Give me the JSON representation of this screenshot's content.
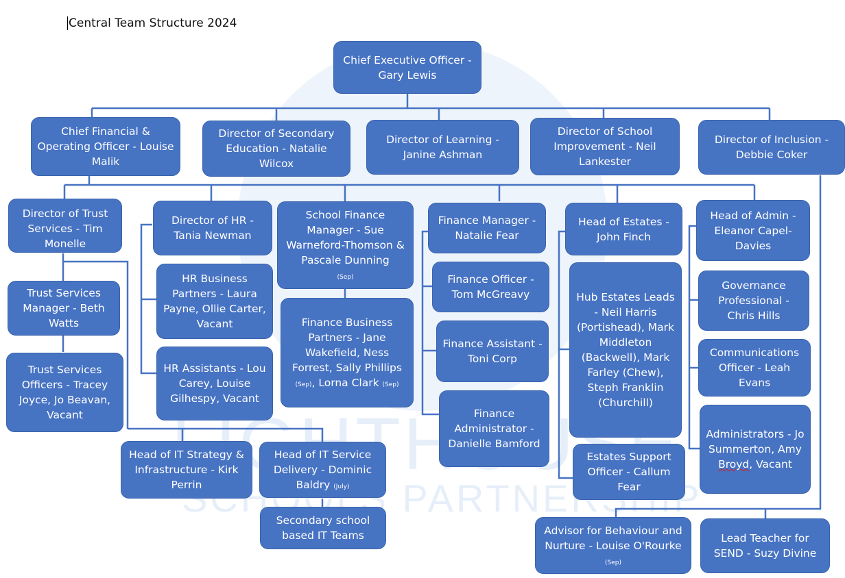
{
  "document": {
    "title": "Central Team Structure 2024"
  },
  "watermark": {
    "text_line1": "LIGHTHOUSE",
    "text_line2": "SCHOOLS PARTNERSHIP"
  },
  "colors": {
    "box_fill": "#4773c3",
    "connector": "#4773c3",
    "watermark": "#e6eff9"
  },
  "org": {
    "ceo": "Chief Executive Officer - Gary Lewis",
    "directors": {
      "cfoo": "Chief Financial & Operating Officer - Louise Malik",
      "secondary": "Director of Secondary Education - Natalie Wilcox",
      "learning": "Director of Learning - Janine Ashman",
      "school_improvement": "Director of School Improvement - Neil Lankester",
      "inclusion": "Director of Inclusion - Debbie Coker"
    },
    "trust_services": {
      "director": "Director of Trust Services - Tim Monelle",
      "manager": "Trust Services Manager - Beth Watts",
      "officers": "Trust Services Officers - Tracey Joyce, Jo Beavan, Vacant"
    },
    "hr": {
      "director": "Director of HR - Tania Newman",
      "partners": "HR Business Partners - Laura Payne, Ollie Carter, Vacant",
      "assistants": "HR Assistants - Lou Carey, Louise Gilhespy, Vacant"
    },
    "school_finance": {
      "manager_main": "School Finance Manager - Sue Warneford-Thomson & Pascale Dunning",
      "manager_note": "(Sep)",
      "partners_a": "Finance Business Partners - Jane Wakefield, Ness Forrest, Sally Phillips",
      "partners_sep1": "(Sep)",
      "partners_b": ", Lorna Clark",
      "partners_sep2": "(Sep)"
    },
    "finance": {
      "manager": "Finance Manager - Natalie Fear",
      "officer": "Finance Officer - Tom McGreavy",
      "assistant": "Finance Assistant - Toni Corp",
      "administrator": "Finance Administrator - Danielle Bamford"
    },
    "estates": {
      "head": "Head of Estates - John Finch",
      "hub_leads": "Hub Estates Leads - Neil Harris (Portishead), Mark Middleton (Backwell), Mark Farley (Chew), Steph Franklin (Churchill)",
      "support": "Estates Support Officer - Callum Fear"
    },
    "admin": {
      "head": "Head of Admin - Eleanor Capel-Davies",
      "governance": "Governance Professional - Chris Hills",
      "comms": "Communications Officer - Leah Evans",
      "administrators_a": "Administrators - Jo Summerton, Amy ",
      "administrators_underlined": "Broyd",
      "administrators_b": ", Vacant"
    },
    "it": {
      "strategy": "Head of IT Strategy & Infrastructure - Kirk Perrin",
      "service_main": "Head of IT Service Delivery - Dominic Baldry",
      "service_note": "(July)",
      "school_teams": "Secondary school based IT Teams"
    },
    "inclusion_team": {
      "behaviour_main": "Advisor for Behaviour and Nurture - Louise O'Rourke",
      "behaviour_note": "(Sep)",
      "send": "Lead Teacher for SEND - Suzy Divine"
    }
  }
}
